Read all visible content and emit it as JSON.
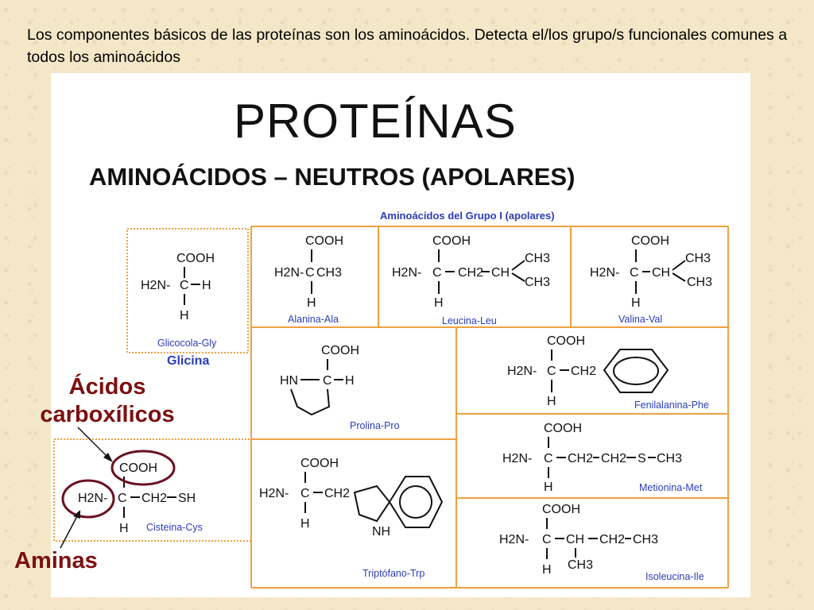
{
  "question": "Los componentes básicos de las proteínas son los aminoácidos. Detecta el/los grupo/s funcionales comunes a todos los aminoácidos",
  "title": "PROTEÍNAS",
  "subtitle": "AMINOÁCIDOS – NEUTROS (APOLARES)",
  "group_label": "Aminoácidos del Grupo I (apolares)",
  "glicina_label": "Glicina",
  "annotations": {
    "acidos_line1": "Ácidos",
    "acidos_line2": "carboxílicos",
    "aminas": "Aminas"
  },
  "names": {
    "gly": "Glicocola-Gly",
    "ala": "Alanina-Ala",
    "leu": "Leucina-Leu",
    "val": "Valina-Val",
    "pro": "Prolina-Pro",
    "phe": "Fenilalanina-Phe",
    "cys": "Cisteina-Cys",
    "met": "Metionina-Met",
    "trp": "Triptófano-Trp",
    "ile": "Isoleucina-Ile"
  },
  "chem": {
    "cooh": "COOH",
    "c": "C",
    "h": "H",
    "h2n": "H2N-",
    "ch3": "CH3",
    "ch2": "CH2",
    "ch": "CH",
    "sh": "SH",
    "hn": "HN",
    "nh": "NH",
    "s": "S"
  },
  "colors": {
    "grid": "#f0a040",
    "name_blue": "#2a3cb8",
    "annotation": "#7b1010"
  }
}
